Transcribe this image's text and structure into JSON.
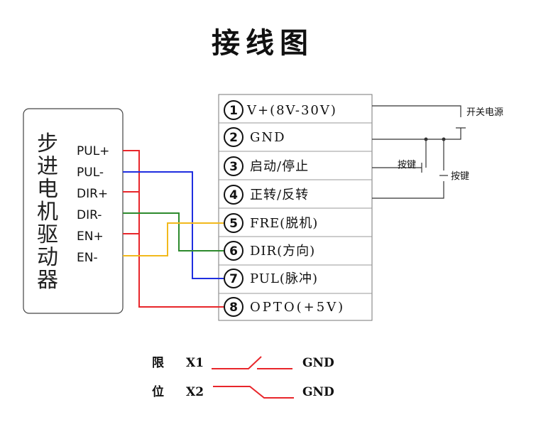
{
  "title": "接线图",
  "driver": {
    "label_chars": [
      "步",
      "进",
      "电",
      "机",
      "驱",
      "动",
      "器"
    ],
    "pins": [
      "PUL+",
      "PUL-",
      "DIR+",
      "DIR-",
      "EN+",
      "EN-"
    ]
  },
  "terminals": [
    {
      "num": "1",
      "label": "V+(8V-30V)"
    },
    {
      "num": "2",
      "label": "GND"
    },
    {
      "num": "3",
      "label": "启动/停止"
    },
    {
      "num": "4",
      "label": "正转/反转"
    },
    {
      "num": "5",
      "label": "FRE(脱机)"
    },
    {
      "num": "6",
      "label": "DIR(方向)"
    },
    {
      "num": "7",
      "label": "PUL(脉冲)"
    },
    {
      "num": "8",
      "label": "OPTO(+5V)"
    }
  ],
  "right_labels": {
    "power_switch": "开关电源",
    "key1": "按键",
    "key2": "按键"
  },
  "limits": [
    {
      "char": "限",
      "id": "X1",
      "gnd": "GND"
    },
    {
      "char": "位",
      "id": "X2",
      "gnd": "GND"
    }
  ],
  "colors": {
    "red": "#e8262b",
    "blue": "#1f2ee0",
    "green": "#2d8a2d",
    "yellow": "#f2b91c",
    "line": "#333333"
  }
}
